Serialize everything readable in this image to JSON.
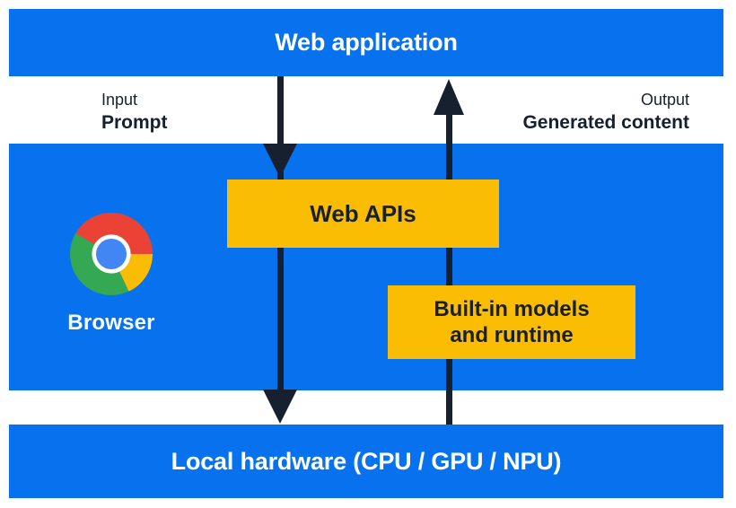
{
  "colors": {
    "blue": "#0872EE",
    "yellow": "#FBBC04",
    "dark": "#17202F",
    "chrome_red": "#EA4335",
    "chrome_yellow": "#FBBC05",
    "chrome_green": "#34A853",
    "chrome_blue": "#4285F4"
  },
  "top_bar": {
    "label": "Web application"
  },
  "io": {
    "input": {
      "caption": "Input",
      "label": "Prompt"
    },
    "output": {
      "caption": "Output",
      "label": "Generated content"
    }
  },
  "browser": {
    "label": "Browser",
    "logo_icon": "chrome-logo"
  },
  "boxes": {
    "web_apis": {
      "label": "Web APIs"
    },
    "builtin": {
      "lines": [
        "Built-in models",
        "and runtime"
      ]
    }
  },
  "arrows": {
    "prompt_flow": {
      "direction": "down"
    },
    "output_flow": {
      "direction": "up"
    }
  },
  "bottom_bar": {
    "label": "Local hardware (CPU / GPU / NPU)"
  }
}
